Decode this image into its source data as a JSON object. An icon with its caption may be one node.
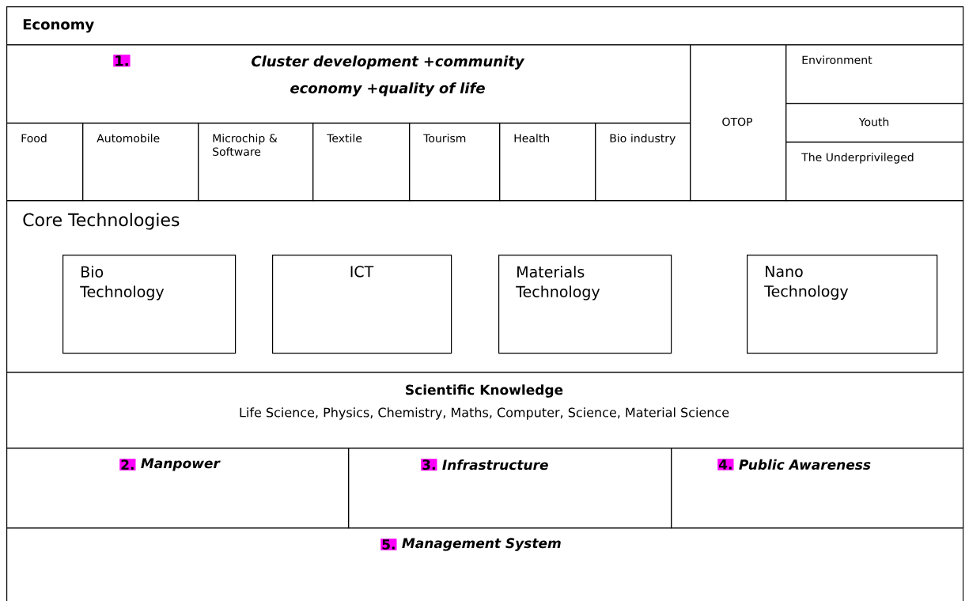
{
  "diagram": {
    "nodes": [
      {
        "text": [
          "Economy"
        ]
      },
      {
        "text": [
          "1.",
          "Cluster development +community economy +quality of life"
        ]
      },
      {
        "text": [
          "OTOP"
        ]
      },
      {
        "text": [
          "Environment"
        ]
      },
      {
        "text": [
          "Food"
        ]
      },
      {
        "text": [
          "Automobile"
        ]
      },
      {
        "text": [
          "Microchip & Software"
        ]
      },
      {
        "text": [
          "Textile"
        ]
      },
      {
        "text": [
          "Tourism"
        ]
      },
      {
        "text": [
          "Health"
        ]
      },
      {
        "text": [
          "Bio industry"
        ]
      },
      {
        "text": [
          "Youth"
        ]
      },
      {
        "text": [
          "The Underprivileged"
        ]
      },
      {
        "text": [
          "Core Technologies"
        ]
      },
      {
        "text": [
          "Bio Technology"
        ],
        "in": 13
      },
      {
        "text": [
          "ICT"
        ],
        "in": 13
      },
      {
        "text": [
          "Materials Technology"
        ],
        "in": 13
      },
      {
        "text": [
          "Nano Technology"
        ],
        "in": 13
      },
      {
        "text": [
          "Scientific Knowledge",
          "Life Science, Physics, Chemistry,  Maths, Computer, Science, Material Science"
        ]
      },
      {
        "text": [
          "2.",
          "Manpower"
        ]
      },
      {
        "text": [
          "3.",
          "Infrastructure"
        ]
      },
      {
        "text": [
          "4.",
          "Public Awareness"
        ]
      },
      {
        "text": [
          "5.",
          "Management System"
        ]
      }
    ]
  }
}
